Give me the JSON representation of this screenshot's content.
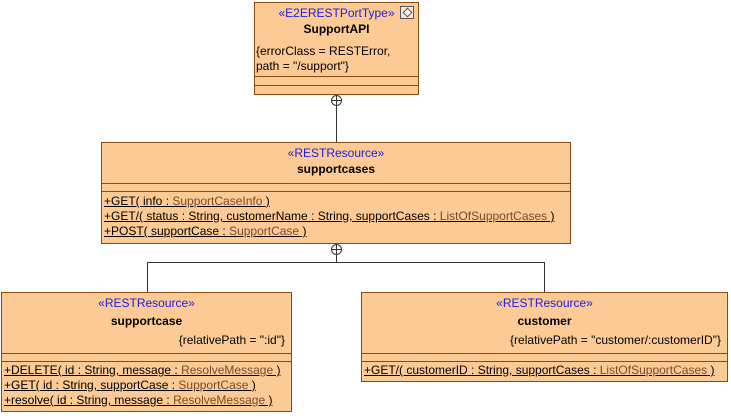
{
  "support_api": {
    "stereotype": "«E2ERESTPortType»",
    "name": "SupportAPI",
    "tag_line1": "{errorClass = RESTError,",
    "tag_line2": "path = \"/support\"}"
  },
  "supportcases": {
    "stereotype": "«RESTResource»",
    "name": "supportcases",
    "operations": [
      {
        "sig": "+GET( info : ",
        "type": "SupportCaseInfo",
        "end": " )"
      },
      {
        "sig": "+GET/( status : String, customerName : String, supportCases : ",
        "type": "ListOfSupportCases",
        "end": " )"
      },
      {
        "sig": "+POST( supportCase : ",
        "type": "SupportCase",
        "end": " )"
      }
    ]
  },
  "supportcase": {
    "stereotype": "«RESTResource»",
    "name": "supportcase",
    "tag": "{relativePath = \":id\"}",
    "operations": [
      {
        "sig": "+DELETE( id : String, message : ",
        "type": "ResolveMessage",
        "end": " )"
      },
      {
        "sig": "+GET( id : String, supportCase : ",
        "type": "SupportCase",
        "end": " )"
      },
      {
        "sig": "+resolve( id : String, message : ",
        "type": "ResolveMessage",
        "end": " )"
      }
    ]
  },
  "customer": {
    "stereotype": "«RESTResource»",
    "name": "customer",
    "tag": "{relativePath = \"customer/:customerID\"}",
    "operations": [
      {
        "sig": "+GET/( customerID : String, supportCases : ",
        "type": "ListOfSupportCases",
        "end": " )"
      }
    ]
  },
  "colors": {
    "class_fill": "#fcca95",
    "class_border": "#8b4a10",
    "stereotype_text": "#2020e0"
  },
  "icons": [
    "port-type-icon",
    "composition-circle-plus-icon"
  ]
}
